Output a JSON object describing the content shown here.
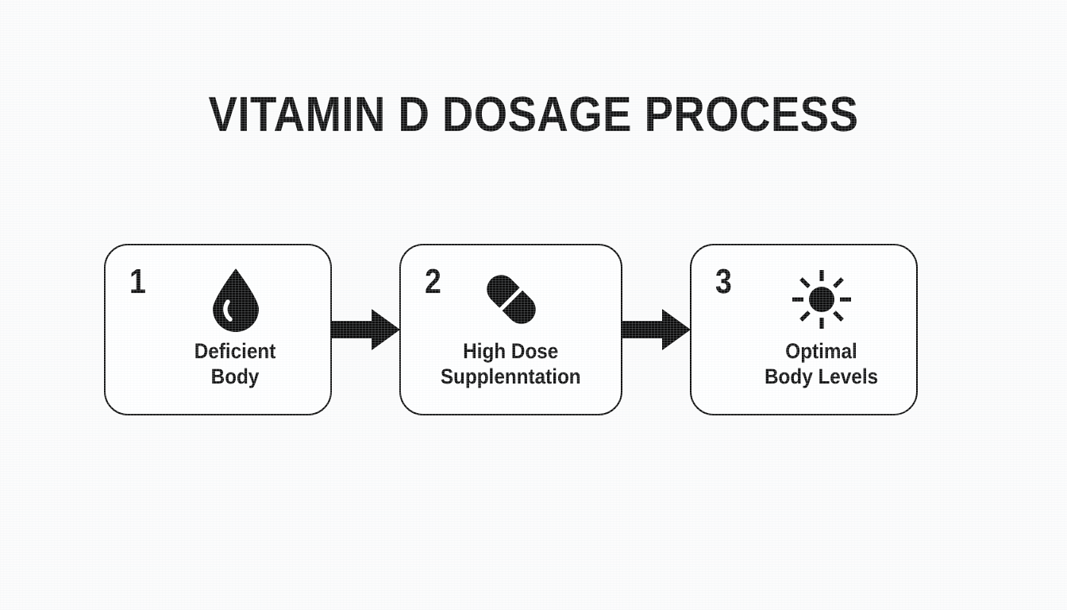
{
  "page": {
    "title": "VITAMIN D DOSAGE PROCESS",
    "background_color": "#fcfcfc",
    "ink_color": "#111111"
  },
  "flow": {
    "steps": [
      {
        "number": "1",
        "icon": "water-droplet-icon",
        "label": "Deficient\nBody"
      },
      {
        "number": "2",
        "icon": "capsule-pill-icon",
        "label": "High Dose\nSupplenntation"
      },
      {
        "number": "3",
        "icon": "sun-icon",
        "label": "Optimal\nBody Levels"
      }
    ],
    "connectors": [
      {
        "icon": "arrow-right-icon"
      },
      {
        "icon": "arrow-right-icon"
      }
    ]
  }
}
